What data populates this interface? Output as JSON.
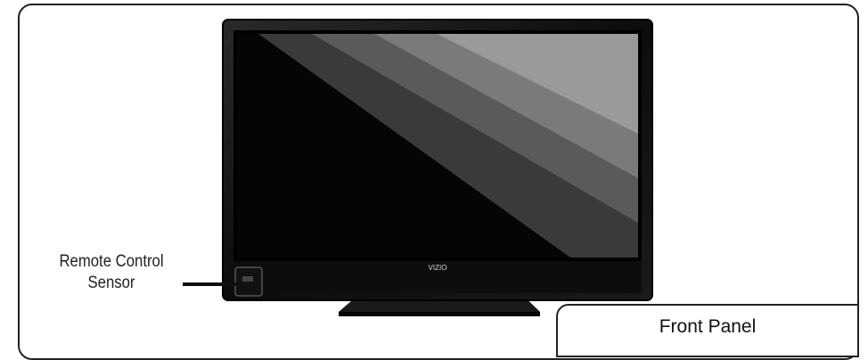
{
  "callout": {
    "line1": "Remote Control",
    "line2": "Sensor"
  },
  "tv": {
    "brand": "VIZIO"
  },
  "panel_tab": {
    "label": "Front Panel"
  },
  "colors": {
    "border": "#222222",
    "bezel": "#0a0a0a",
    "screen": "#050505",
    "glare": "#8a8a8a"
  }
}
